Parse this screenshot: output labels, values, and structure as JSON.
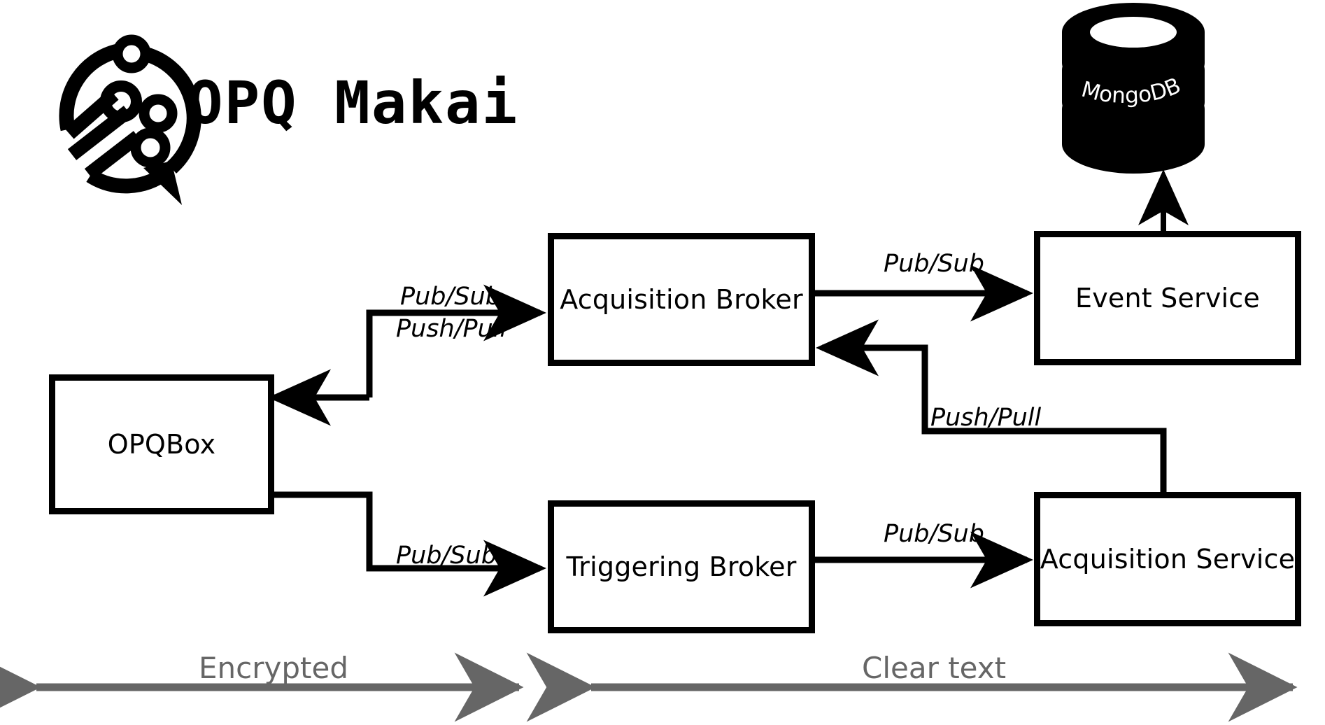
{
  "brand": {
    "title": "OPQ Makai",
    "logo_icon": "opq-circuit-logo-icon"
  },
  "diagram": {
    "type": "architecture-block-diagram",
    "nodes": [
      {
        "id": "opqbox",
        "label": "OPQBox",
        "shape": "rect",
        "zone": "encrypted"
      },
      {
        "id": "acquisition-broker",
        "label": "Acquisition Broker",
        "shape": "rect",
        "zone": "clear-text"
      },
      {
        "id": "triggering-broker",
        "label": "Triggering Broker",
        "shape": "rect",
        "zone": "clear-text"
      },
      {
        "id": "event-service",
        "label": "Event Service",
        "shape": "rect",
        "zone": "clear-text"
      },
      {
        "id": "acquisition-service",
        "label": "Acquisition Service",
        "shape": "rect",
        "zone": "clear-text"
      },
      {
        "id": "mongodb",
        "label": "MongoDB",
        "shape": "cylinder",
        "zone": "clear-text"
      }
    ],
    "edges": [
      {
        "from": "acquisition-broker",
        "to": "opqbox",
        "label": "",
        "direction": "left"
      },
      {
        "from": "opqbox",
        "to": "acquisition-broker",
        "label": "Pub/Sub",
        "label2": "Push/Pull",
        "direction": "right"
      },
      {
        "from": "acquisition-broker",
        "to": "event-service",
        "label": "Pub/Sub",
        "direction": "right"
      },
      {
        "from": "event-service",
        "to": "mongodb",
        "label": "",
        "direction": "up"
      },
      {
        "from": "acquisition-service",
        "to": "acquisition-broker",
        "label": "Push/Pull",
        "direction": "left"
      },
      {
        "from": "opqbox",
        "to": "triggering-broker",
        "label": "Pub/Sub",
        "direction": "right"
      },
      {
        "from": "triggering-broker",
        "to": "acquisition-service",
        "label": "Pub/Sub",
        "direction": "right"
      }
    ],
    "edge_labels": {
      "box_to_acq_pubsub": "Pub/Sub",
      "box_to_acq_pushpull": "Push/Pull",
      "acq_to_event_pubsub": "Pub/Sub",
      "acqservice_pushpull": "Push/Pull",
      "box_to_trig_pubsub": "Pub/Sub",
      "trig_to_acqservice_pubsub": "Pub/Sub"
    },
    "zones": [
      {
        "id": "encrypted",
        "label": "Encrypted",
        "color": "#666666"
      },
      {
        "id": "clear-text",
        "label": "Clear text",
        "color": "#666666"
      }
    ]
  },
  "colors": {
    "stroke": "#000000",
    "background": "#ffffff",
    "zone_gray": "#666666",
    "db_fill": "#000000",
    "db_text": "#ffffff"
  }
}
